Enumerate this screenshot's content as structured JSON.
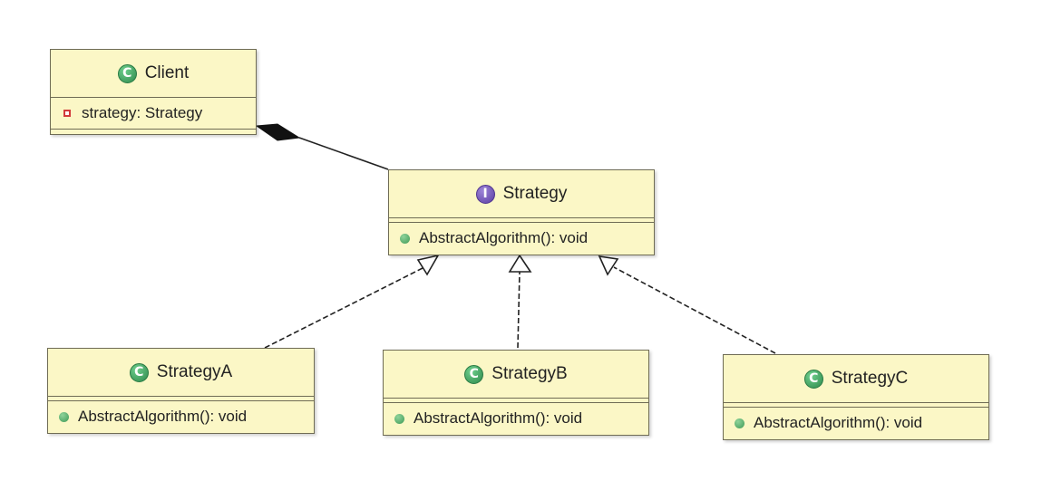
{
  "diagram": {
    "classes": [
      {
        "id": "client",
        "name": "Client",
        "kind": "class",
        "kind_icon": "class-c-icon",
        "attributes": [
          {
            "visibility": "private",
            "text": "strategy: Strategy"
          }
        ],
        "operations": []
      },
      {
        "id": "strategy",
        "name": "Strategy",
        "kind": "interface",
        "kind_icon": "interface-i-icon",
        "attributes": [],
        "operations": [
          {
            "visibility": "public",
            "text": "AbstractAlgorithm(): void"
          }
        ]
      },
      {
        "id": "strategyA",
        "name": "StrategyA",
        "kind": "class",
        "kind_icon": "class-c-icon",
        "attributes": [],
        "operations": [
          {
            "visibility": "public",
            "text": "AbstractAlgorithm(): void"
          }
        ]
      },
      {
        "id": "strategyB",
        "name": "StrategyB",
        "kind": "class",
        "kind_icon": "class-c-icon",
        "attributes": [],
        "operations": [
          {
            "visibility": "public",
            "text": "AbstractAlgorithm(): void"
          }
        ]
      },
      {
        "id": "strategyC",
        "name": "StrategyC",
        "kind": "class",
        "kind_icon": "class-c-icon",
        "attributes": [],
        "operations": [
          {
            "visibility": "public",
            "text": "AbstractAlgorithm(): void"
          }
        ]
      }
    ],
    "relationships": [
      {
        "type": "composition",
        "from": "client",
        "to": "strategy"
      },
      {
        "type": "realization",
        "from": "strategyA",
        "to": "strategy"
      },
      {
        "type": "realization",
        "from": "strategyB",
        "to": "strategy"
      },
      {
        "type": "realization",
        "from": "strategyC",
        "to": "strategy"
      }
    ]
  },
  "colors": {
    "class_fill": "#fbf7c6",
    "class_border": "#6f6c55",
    "class_icon": "#2f8a4c",
    "interface_icon": "#5b3da3",
    "public_marker": "#3f9a57",
    "private_marker": "#d23a3a",
    "connector": "#222222"
  }
}
